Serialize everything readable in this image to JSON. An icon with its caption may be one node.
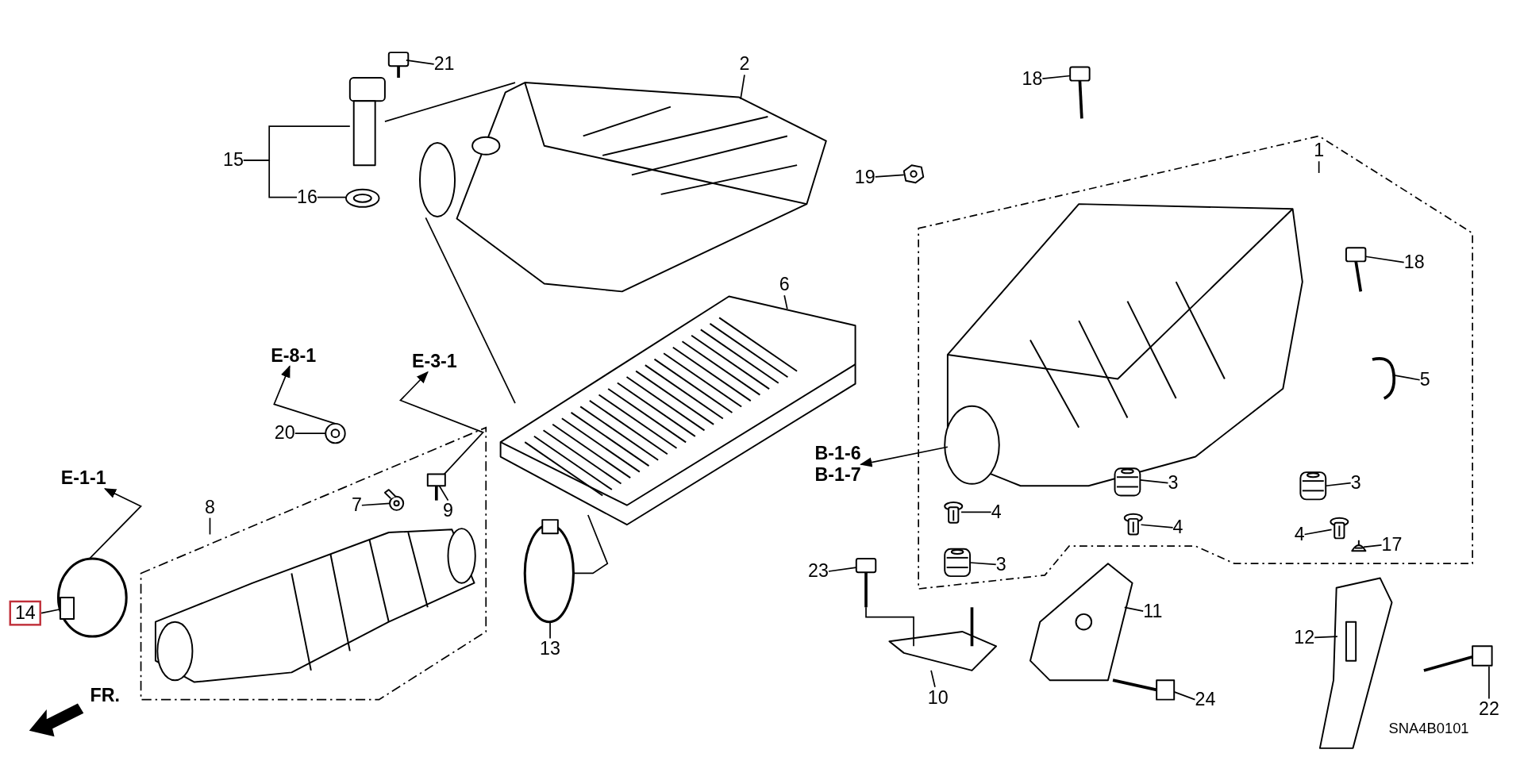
{
  "diagram": {
    "nodes": [
      {
        "text": [
          "21"
        ]
      },
      {
        "text": [
          "2"
        ]
      },
      {
        "text": [
          "18"
        ]
      },
      {
        "text": [
          "15"
        ]
      },
      {
        "text": [
          "16"
        ]
      },
      {
        "text": [
          "1"
        ]
      },
      {
        "text": [
          "19"
        ]
      },
      {
        "text": [
          "6"
        ]
      },
      {
        "text": [
          "18"
        ]
      },
      {
        "text": [
          "E-8-1"
        ]
      },
      {
        "text": [
          "E-3-1"
        ]
      },
      {
        "text": [
          "5"
        ]
      },
      {
        "text": [
          "20"
        ]
      },
      {
        "text": [
          "E-1-1"
        ]
      },
      {
        "text": [
          "B-1-6",
          "B-1-7"
        ]
      },
      {
        "text": [
          "3"
        ]
      },
      {
        "text": [
          "3"
        ]
      },
      {
        "text": [
          "8"
        ]
      },
      {
        "text": [
          "7"
        ]
      },
      {
        "text": [
          "9"
        ]
      },
      {
        "text": [
          "4"
        ]
      },
      {
        "text": [
          "4"
        ]
      },
      {
        "text": [
          "4"
        ]
      },
      {
        "text": [
          "17"
        ]
      },
      {
        "text": [
          "3"
        ]
      },
      {
        "text": [
          "23"
        ]
      },
      {
        "text": [
          "14"
        ]
      },
      {
        "text": [
          "11"
        ]
      },
      {
        "text": [
          "13"
        ]
      },
      {
        "text": [
          "12"
        ]
      },
      {
        "text": [
          "10"
        ]
      },
      {
        "text": [
          "24"
        ]
      },
      {
        "text": [
          "22"
        ]
      },
      {
        "text": [],
        "shape": "picture"
      },
      {
        "text": [],
        "shape": "picture"
      },
      {
        "text": [],
        "shape": "picture"
      },
      {
        "text": [],
        "shape": "picture"
      },
      {
        "text": [],
        "shape": "picture"
      },
      {
        "text": [],
        "shape": "picture"
      },
      {
        "text": [],
        "shape": "picture"
      },
      {
        "text": [],
        "shape": "picture"
      },
      {
        "text": [],
        "shape": "picture"
      },
      {
        "text": [],
        "shape": "picture"
      },
      {
        "text": [],
        "shape": "picture"
      },
      {
        "text": [],
        "shape": "picture"
      },
      {
        "text": [],
        "shape": "picture"
      },
      {
        "text": [],
        "shape": "picture"
      },
      {
        "text": [],
        "shape": "picture"
      },
      {
        "text": [],
        "shape": "picture"
      },
      {
        "text": [],
        "shape": "picture"
      },
      {
        "text": [],
        "shape": "picture"
      },
      {
        "text": [],
        "shape": "picture"
      },
      {
        "text": [],
        "shape": "picture"
      },
      {
        "text": [],
        "shape": "picture"
      },
      {
        "text": [],
        "shape": "picture"
      },
      {
        "text": [],
        "shape": "picture"
      },
      {
        "text": [],
        "shape": "picture"
      },
      {
        "text": [],
        "shape": "picture"
      },
      {
        "text": [],
        "shape": "picture"
      },
      {
        "text": [],
        "shape": "picture"
      },
      {
        "text": [],
        "shape": "picture"
      },
      {
        "text": [],
        "shape": "picture"
      }
    ],
    "edges": [
      {
        "from": 0,
        "to": 33,
        "arrow": "none"
      },
      {
        "from": 1,
        "to": 34,
        "arrow": "none"
      },
      {
        "from": 2,
        "to": 35,
        "arrow": "none"
      },
      {
        "from": 3,
        "to": 36,
        "arrow": "none"
      },
      {
        "from": 3,
        "to": 4,
        "arrow": "none"
      },
      {
        "from": 4,
        "to": 37,
        "arrow": "none"
      },
      {
        "from": 5,
        "to": null,
        "arrow": "none"
      },
      {
        "from": 6,
        "to": 38,
        "arrow": "none"
      },
      {
        "from": 7,
        "to": 39,
        "arrow": "none"
      },
      {
        "from": 8,
        "to": 40,
        "arrow": "none"
      },
      {
        "from": 41,
        "to": 9,
        "arrow": "to"
      },
      {
        "from": 47,
        "to": 10,
        "arrow": "to"
      },
      {
        "from": 11,
        "to": 42,
        "arrow": "none"
      },
      {
        "from": 12,
        "to": 41,
        "arrow": "none"
      },
      {
        "from": 54,
        "to": 13,
        "arrow": "to"
      },
      {
        "from": 43,
        "to": 14,
        "arrow": "to"
      },
      {
        "from": 15,
        "to": 44,
        "arrow": "none"
      },
      {
        "from": 16,
        "to": 45,
        "arrow": "none"
      },
      {
        "from": 17,
        "to": null,
        "arrow": "none"
      },
      {
        "from": 18,
        "to": 46,
        "arrow": "none"
      },
      {
        "from": 19,
        "to": 47,
        "arrow": "none"
      },
      {
        "from": 20,
        "to": 48,
        "arrow": "none"
      },
      {
        "from": 21,
        "to": 49,
        "arrow": "none"
      },
      {
        "from": 22,
        "to": 50,
        "arrow": "none"
      },
      {
        "from": 23,
        "to": 51,
        "arrow": "none"
      },
      {
        "from": 24,
        "to": 52,
        "arrow": "none"
      },
      {
        "from": 25,
        "to": 53,
        "arrow": "none"
      },
      {
        "from": 26,
        "to": 54,
        "arrow": "none"
      },
      {
        "from": 27,
        "to": 55,
        "arrow": "none"
      },
      {
        "from": 28,
        "to": 56,
        "arrow": "none"
      },
      {
        "from": 29,
        "to": 57,
        "arrow": "none"
      },
      {
        "from": 30,
        "to": 58,
        "arrow": "none"
      },
      {
        "from": 31,
        "to": 59,
        "arrow": "none"
      },
      {
        "from": 32,
        "to": 60,
        "arrow": "none"
      },
      {
        "from": 34,
        "to": 39,
        "arrow": "none"
      },
      {
        "from": 36,
        "to": 34,
        "arrow": "none"
      },
      {
        "from": 56,
        "to": 39,
        "arrow": "none"
      },
      {
        "from": 53,
        "to": 58,
        "arrow": "none"
      }
    ],
    "labels": [
      "FR.",
      "SNA4B0101"
    ]
  }
}
